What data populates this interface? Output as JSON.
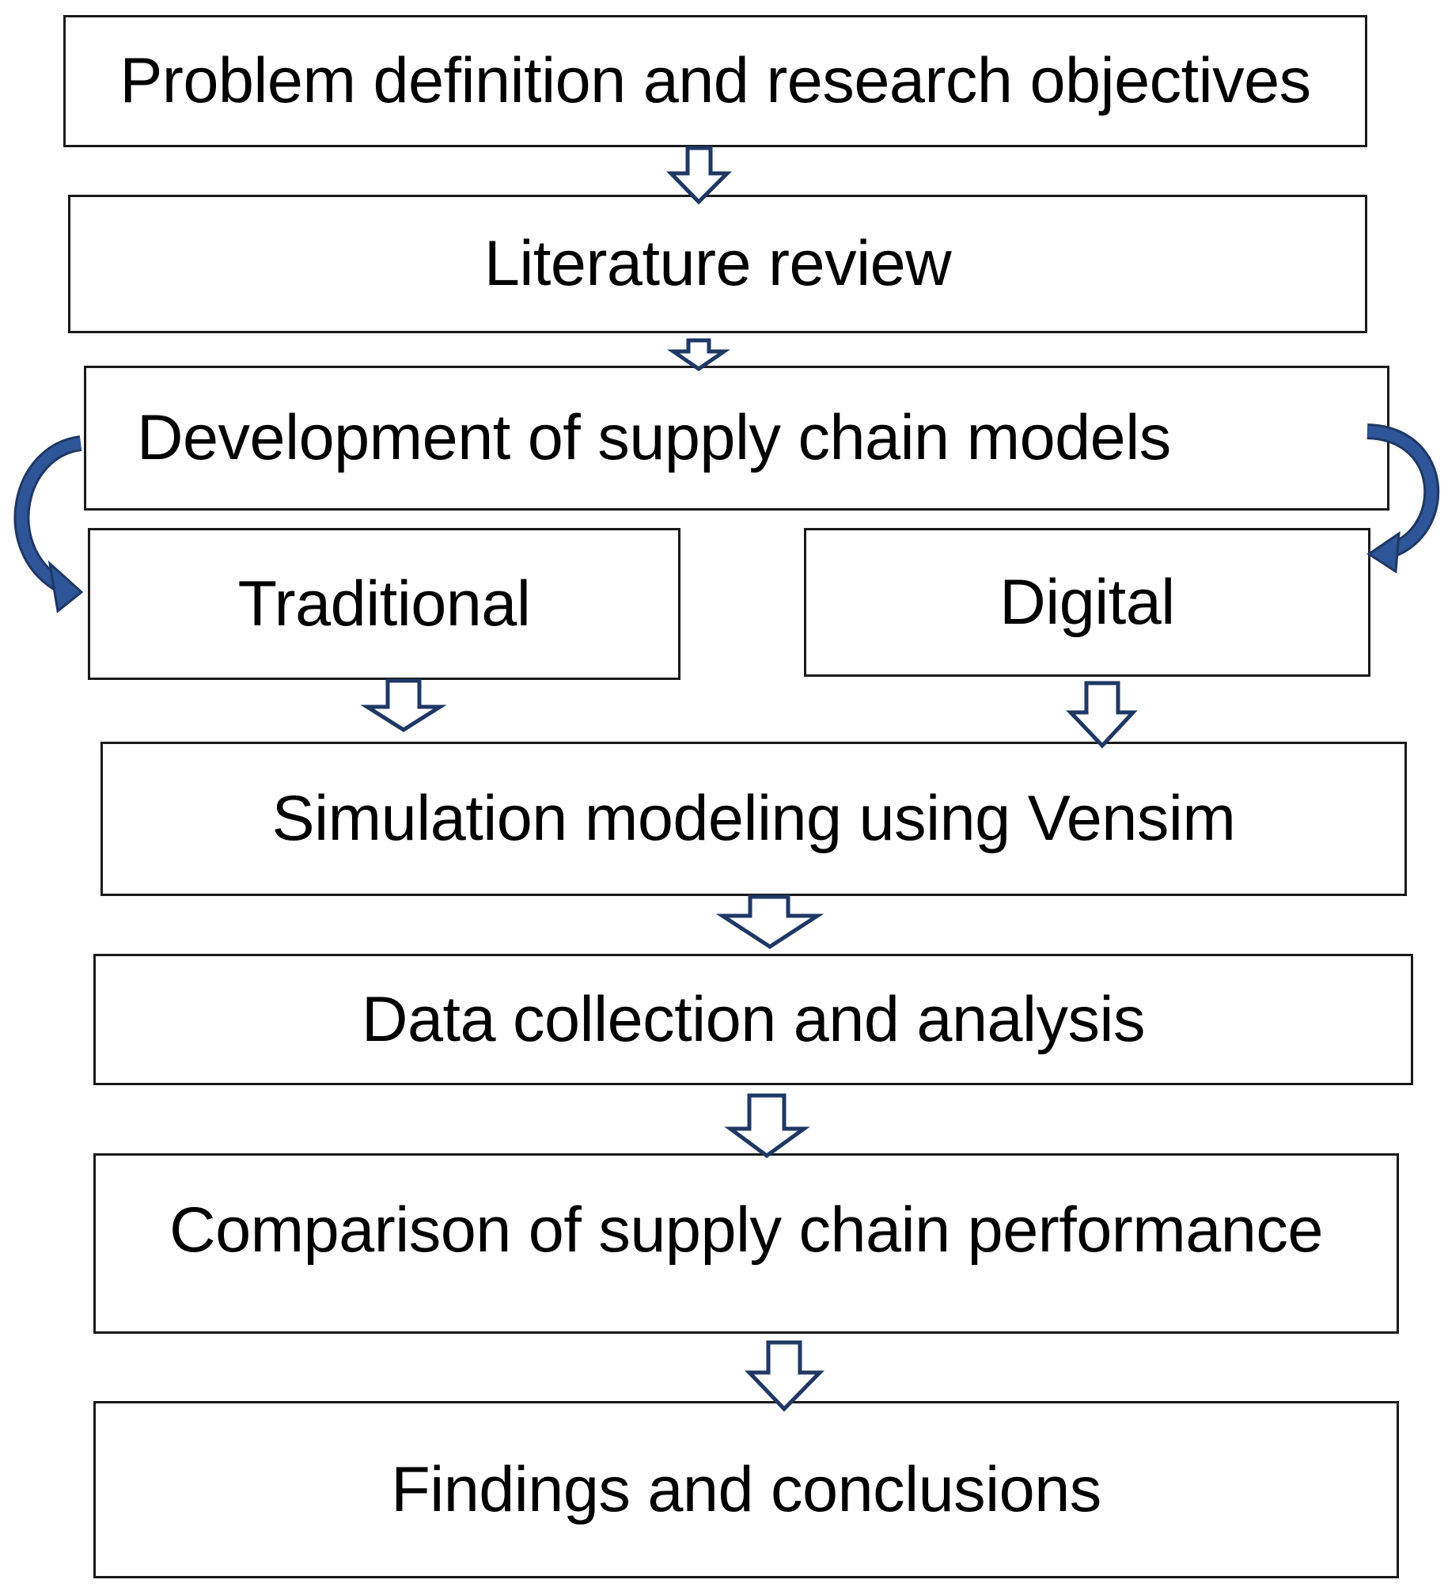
{
  "colors": {
    "arrow_stroke": "#1f3864",
    "curved_arrow_fill": "#2e5597",
    "box_border": "#1a1a1a",
    "text": "#000000"
  },
  "flow": {
    "problem_definition": "Problem definition and research objectives",
    "literature_review": "Literature review",
    "model_development": "Development of supply chain models",
    "traditional": "Traditional",
    "digital": "Digital",
    "simulation": "Simulation modeling using Vensim",
    "data_collection": "Data collection and analysis",
    "comparison": "Comparison of supply chain performance",
    "findings": "Findings and conclusions"
  },
  "icons": {
    "down": "hollow-down-arrow-icon",
    "curved": "curved-arrow-icon"
  }
}
